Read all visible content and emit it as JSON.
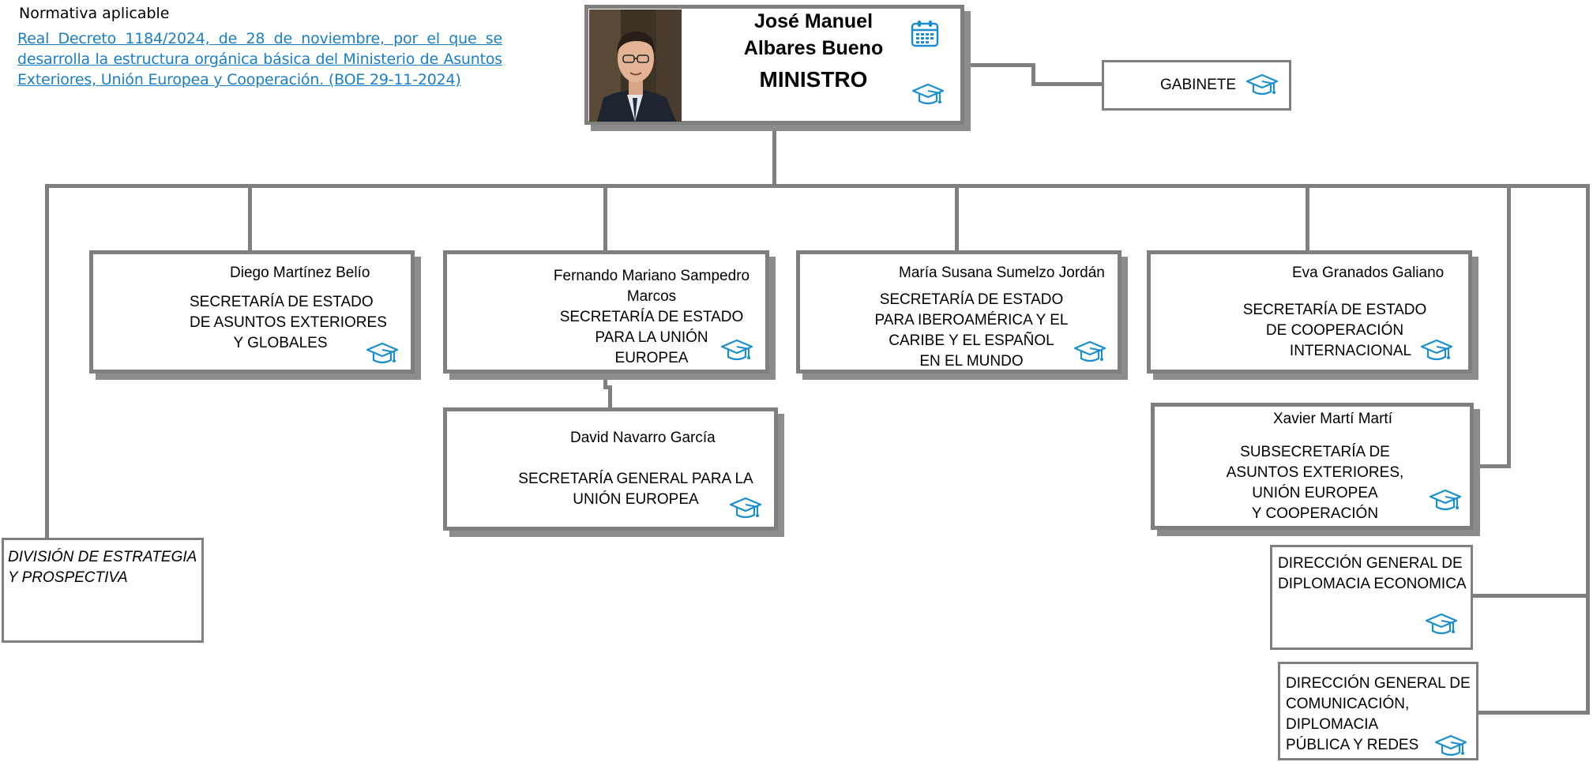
{
  "normativa": {
    "heading": "Normativa aplicable",
    "link_text": "Real Decreto 1184/2024, de 28 de noviembre, por el que se desarrolla la estructura orgánica básica del Ministerio de Asuntos Exteriores, Unión Europea y Cooperación. (BOE 29-11-2024)"
  },
  "minister": {
    "name_line1": "José Manuel",
    "name_line2": "Albares Bueno",
    "title": "MINISTRO"
  },
  "gabinete": {
    "label": "GABINETE"
  },
  "units": {
    "se_exteriores": {
      "person": "Diego Martínez Belío",
      "line1": "SECRETARÍA DE ESTADO",
      "line2": "DE ASUNTOS EXTERIORES",
      "line3": "Y GLOBALES"
    },
    "se_ue": {
      "person_line1": "Fernando Mariano Sampedro",
      "person_line2": "Marcos",
      "line1": "SECRETARÍA DE ESTADO",
      "line2": "PARA LA UNIÓN",
      "line3": "EUROPEA"
    },
    "sg_ue": {
      "person": "David Navarro García",
      "line1": "SECRETARÍA GENERAL PARA LA",
      "line2": "UNIÓN EUROPEA"
    },
    "se_iberoamerica": {
      "person": "María Susana Sumelzo Jordán",
      "line1": "SECRETARÍA DE ESTADO",
      "line2": "PARA IBEROAMÉRICA Y EL",
      "line3": "CARIBE Y EL ESPAÑOL",
      "line4": "EN EL MUNDO"
    },
    "se_cooperacion": {
      "person": "Eva Granados Galiano",
      "line1": "SECRETARÍA DE ESTADO",
      "line2": "DE COOPERACIÓN",
      "line3": "INTERNACIONAL"
    },
    "subsecretaria": {
      "person": "Xavier Martí Martí",
      "line1": "SUBSECRETARÍA DE",
      "line2": "ASUNTOS EXTERIORES,",
      "line3": "UNIÓN EUROPEA",
      "line4": "Y COOPERACIÓN"
    },
    "dg_economica": {
      "line1": "DIRECCIÓN GENERAL DE",
      "line2": "DIPLOMACIA ECONOMICA"
    },
    "dg_comunicacion": {
      "line1": "DIRECCIÓN GENERAL DE",
      "line2": "COMUNICACIÓN,",
      "line3": "DIPLOMACIA",
      "line4": "PÚBLICA Y REDES"
    },
    "division": {
      "line1": "DIVISIÓN DE ESTRATEGIA",
      "line2": "Y PROSPECTIVA"
    }
  },
  "icons": {
    "calendar": "calendar-icon",
    "graduation": "graduation-cap-icon"
  },
  "colors": {
    "connector": "#7f7f7f",
    "icon": "#1a8fcf",
    "link": "#1a7fc6"
  }
}
